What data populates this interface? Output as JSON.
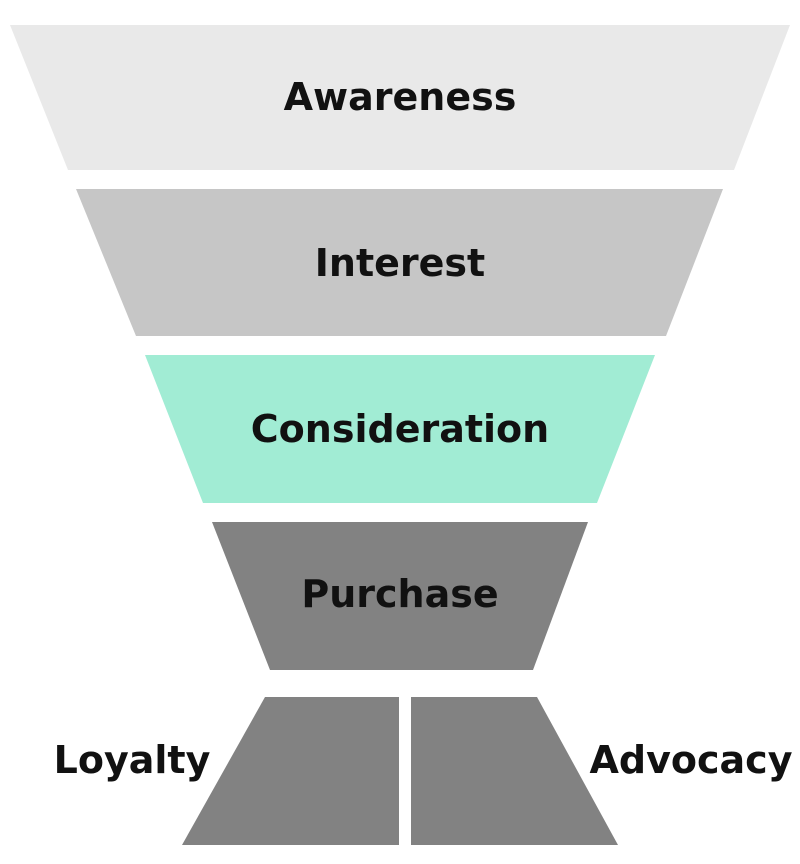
{
  "diagram": {
    "type": "marketing-funnel",
    "background": "#ffffff",
    "text_color": "#111111",
    "stages": [
      {
        "label": "Awareness",
        "color": "#e9e9e9",
        "label_position": "inside"
      },
      {
        "label": "Interest",
        "color": "#c6c6c6",
        "label_position": "inside"
      },
      {
        "label": "Consideration",
        "color": "#a1ecd4",
        "label_position": "inside"
      },
      {
        "label": "Purchase",
        "color": "#828282",
        "label_position": "inside"
      },
      {
        "label": "Loyalty",
        "color": "#828282",
        "label_position": "outside-left"
      },
      {
        "label": "Advocacy",
        "color": "#828282",
        "label_position": "outside-right"
      }
    ]
  }
}
